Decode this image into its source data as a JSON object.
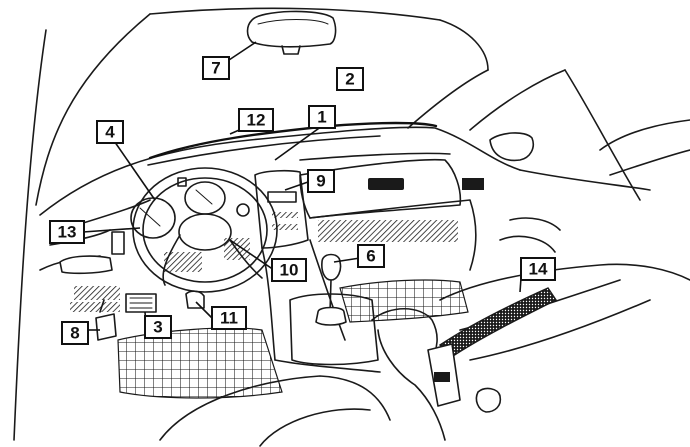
{
  "labels": [
    {
      "id": "1",
      "text": "1"
    },
    {
      "id": "2",
      "text": "2"
    },
    {
      "id": "3",
      "text": "3"
    },
    {
      "id": "4",
      "text": "4"
    },
    {
      "id": "6",
      "text": "6"
    },
    {
      "id": "7",
      "text": "7"
    },
    {
      "id": "8",
      "text": "8"
    },
    {
      "id": "9",
      "text": "9"
    },
    {
      "id": "10",
      "text": "10"
    },
    {
      "id": "11",
      "text": "11"
    },
    {
      "id": "12",
      "text": "12"
    },
    {
      "id": "13",
      "text": "13"
    },
    {
      "id": "14",
      "text": "14"
    }
  ]
}
